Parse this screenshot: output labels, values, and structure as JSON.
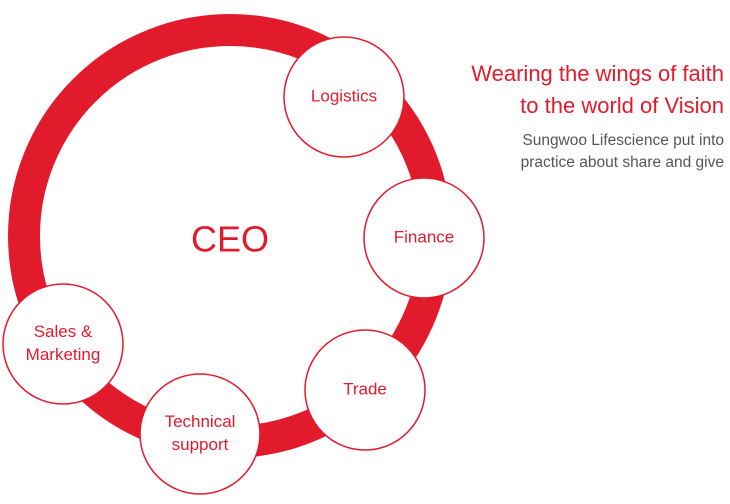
{
  "diagram": {
    "center": "CEO",
    "nodes": [
      {
        "name": "logistics",
        "lines": [
          "Logistics"
        ]
      },
      {
        "name": "finance",
        "lines": [
          "Finance"
        ]
      },
      {
        "name": "trade",
        "lines": [
          "Trade"
        ]
      },
      {
        "name": "technical-support",
        "lines": [
          "Technical",
          "support"
        ]
      },
      {
        "name": "sales-marketing",
        "lines": [
          "Sales &",
          "Marketing"
        ]
      }
    ]
  },
  "tagline": {
    "headline": [
      "Wearing the wings of faith",
      "to the world of Vision"
    ],
    "subtext": [
      "Sungwoo Lifescience put into",
      "practice about share and give"
    ]
  },
  "colors": {
    "accent": "#e21b2c",
    "subtext": "#555555",
    "background": "#ffffff"
  }
}
